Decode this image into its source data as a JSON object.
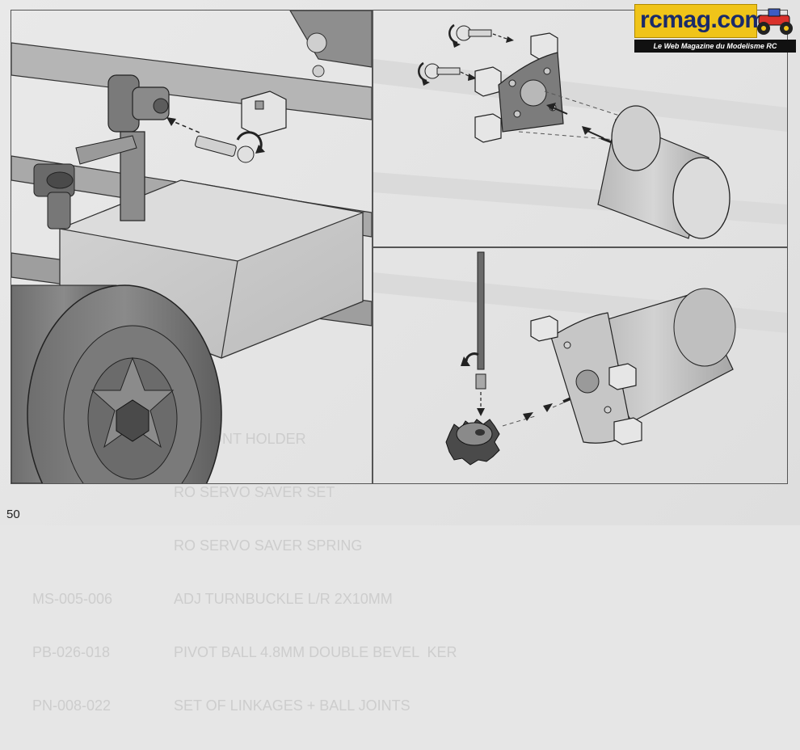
{
  "page": {
    "number": "50"
  },
  "logo": {
    "text": "rcmag.com",
    "tagline": "Le Web Magazine du Modelisme RC"
  },
  "ghost_parts_list": [
    {
      "code": "",
      "text": "D MOUNT HOLDER"
    },
    {
      "code": "",
      "text": "RO SERVO SAVER SET"
    },
    {
      "code": "",
      "text": "RO SERVO SAVER SPRING"
    },
    {
      "code": "MS-005-006",
      "text": "ADJ TURNBUCKLE L/R 2X10MM"
    },
    {
      "code": "PB-026-018",
      "text": "PIVOT BALL 4.8MM DOUBLE BEVEL  KER"
    },
    {
      "code": "PN-008-022",
      "text": "SET OF LINKAGES + BALL JOINTS"
    }
  ],
  "colors": {
    "background": "#e6e6e6",
    "frame": "#555555",
    "part_dark": "#6a6a6a",
    "part_mid": "#9a9a9a",
    "part_light": "#c8c8c8",
    "logo_yellow": "#f0c419",
    "logo_blue": "#1a2a6a"
  }
}
